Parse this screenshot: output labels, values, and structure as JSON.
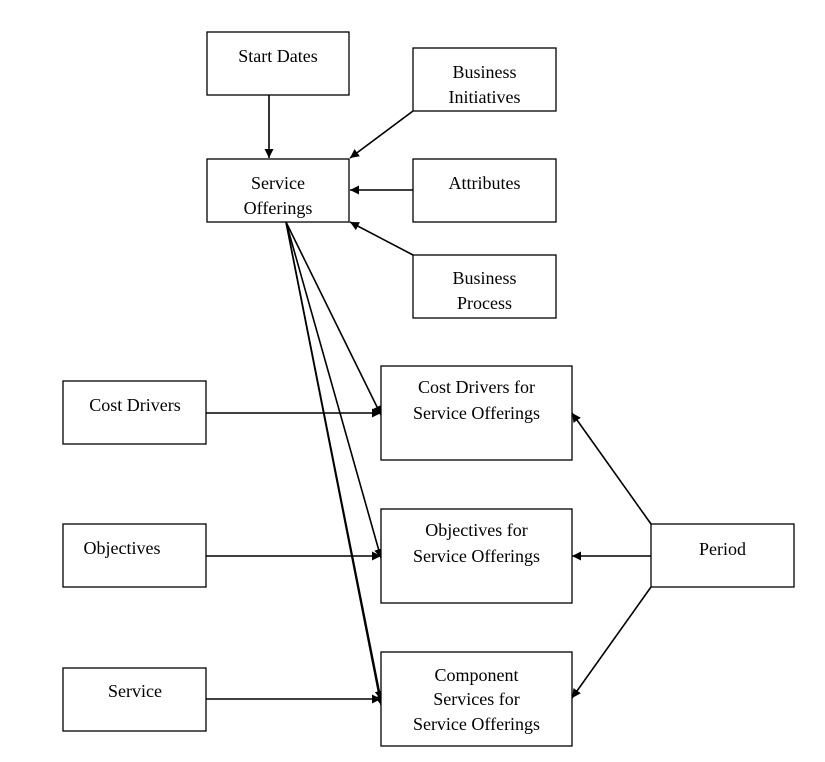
{
  "diagram": {
    "nodes": [
      {
        "id": "start-dates",
        "lines": [
          "Start Dates"
        ]
      },
      {
        "id": "business-initiatives",
        "lines": [
          "Business",
          "Initiatives"
        ]
      },
      {
        "id": "service-offerings",
        "lines": [
          "Service",
          "Offerings"
        ]
      },
      {
        "id": "attributes",
        "lines": [
          "Attributes"
        ]
      },
      {
        "id": "business-process",
        "lines": [
          "Business",
          "Process"
        ]
      },
      {
        "id": "cost-drivers",
        "lines": [
          "Cost Drivers"
        ]
      },
      {
        "id": "cost-drivers-for-so",
        "lines": [
          "Cost Drivers for",
          "Service Offerings"
        ]
      },
      {
        "id": "objectives",
        "lines": [
          "Objectives"
        ]
      },
      {
        "id": "objectives-for-so",
        "lines": [
          "Objectives for",
          "Service Offerings"
        ]
      },
      {
        "id": "period",
        "lines": [
          "Period"
        ]
      },
      {
        "id": "service",
        "lines": [
          "Service"
        ]
      },
      {
        "id": "component-services-for-so",
        "lines": [
          "Component",
          "Services for",
          "Service Offerings"
        ]
      }
    ],
    "edges": [
      {
        "from": "start-dates",
        "to": "service-offerings"
      },
      {
        "from": "business-initiatives",
        "to": "service-offerings"
      },
      {
        "from": "attributes",
        "to": "service-offerings"
      },
      {
        "from": "business-process",
        "to": "service-offerings"
      },
      {
        "from": "service-offerings",
        "to": "cost-drivers-for-so"
      },
      {
        "from": "service-offerings",
        "to": "objectives-for-so"
      },
      {
        "from": "service-offerings",
        "to": "component-services-for-so"
      },
      {
        "from": "service-offerings",
        "to": "component-services-for-so"
      },
      {
        "from": "cost-drivers",
        "to": "cost-drivers-for-so"
      },
      {
        "from": "objectives",
        "to": "objectives-for-so"
      },
      {
        "from": "service",
        "to": "component-services-for-so"
      },
      {
        "from": "period",
        "to": "cost-drivers-for-so"
      },
      {
        "from": "period",
        "to": "objectives-for-so"
      },
      {
        "from": "period",
        "to": "component-services-for-so"
      }
    ]
  }
}
